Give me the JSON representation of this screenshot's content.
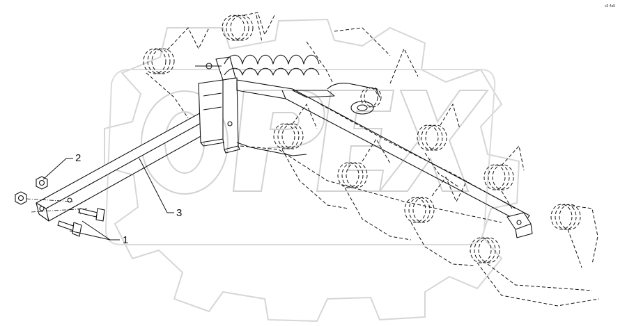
{
  "diagram": {
    "callouts": [
      {
        "id": "1",
        "label": "1"
      },
      {
        "id": "2",
        "label": "2"
      },
      {
        "id": "3",
        "label": "3"
      }
    ],
    "watermark": "OPEX",
    "corner_code": "c5 4a5",
    "colors": {
      "line": "#111111",
      "watermark": "#d8d8d8",
      "background": "#ffffff"
    }
  }
}
